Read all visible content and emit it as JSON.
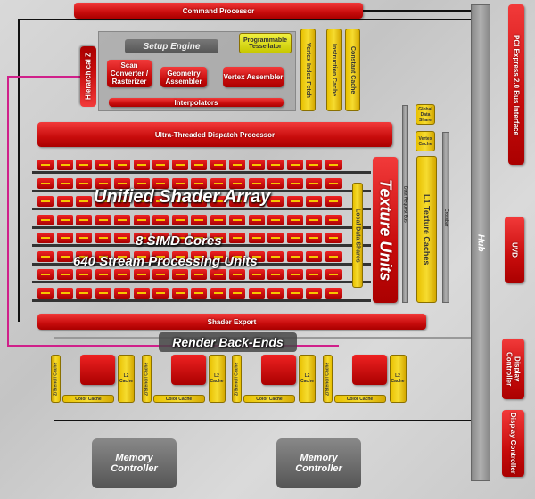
{
  "command_processor": "Command Processor",
  "setup": {
    "hierarchical_z": "Hierarchical Z",
    "setup_engine": "Setup Engine",
    "tessellator": "Programmable Tessellator",
    "scan_converter": "Scan Converter / Rasterizer",
    "geometry_assembler": "Geometry Assembler",
    "vertex_assembler": "Vertex Assembler",
    "interpolators": "Interpolators"
  },
  "fetch": {
    "vertex_index_fetch": "Vertex Index Fetch",
    "instruction_cache": "Instruction Cache",
    "constant_cache": "Constant Cache"
  },
  "dispatch": "Ultra-Threaded Dispatch Processor",
  "shader_array": {
    "title": "Unified Shader Array",
    "simd": "8 SIMD Cores",
    "sp": "640 Stream Processing Units",
    "rows": 8,
    "cols": 16,
    "local_data_shares": "Local Data Shares",
    "texture_units": "Texture Units"
  },
  "data_request_bus": "Data Request Bus",
  "global_data_share": "Global Data Share",
  "vertex_cache": "Vertex Cache",
  "l1_texture_caches": "L1 Texture Caches",
  "crossbar": "Crossbar",
  "hub": "Hub",
  "pcie": "PCI Express 2.0 Bus Interface",
  "uvd": "UVD",
  "display_controllers": [
    "Display Controller",
    "Display Controller"
  ],
  "shader_export": "Shader Export",
  "render_backends": {
    "label": "Render Back-Ends",
    "count": 4,
    "z_cache": "Z/Stencil Cache",
    "l2_cache": "L2 Cache",
    "color_cache": "Color Cache"
  },
  "memory_controllers": [
    "Memory Controller",
    "Memory Controller"
  ],
  "colors": {
    "red": "#d01010",
    "yellow": "#f0cc10",
    "gray": "#9a9a9a",
    "bus_pink": "#d0208a"
  }
}
